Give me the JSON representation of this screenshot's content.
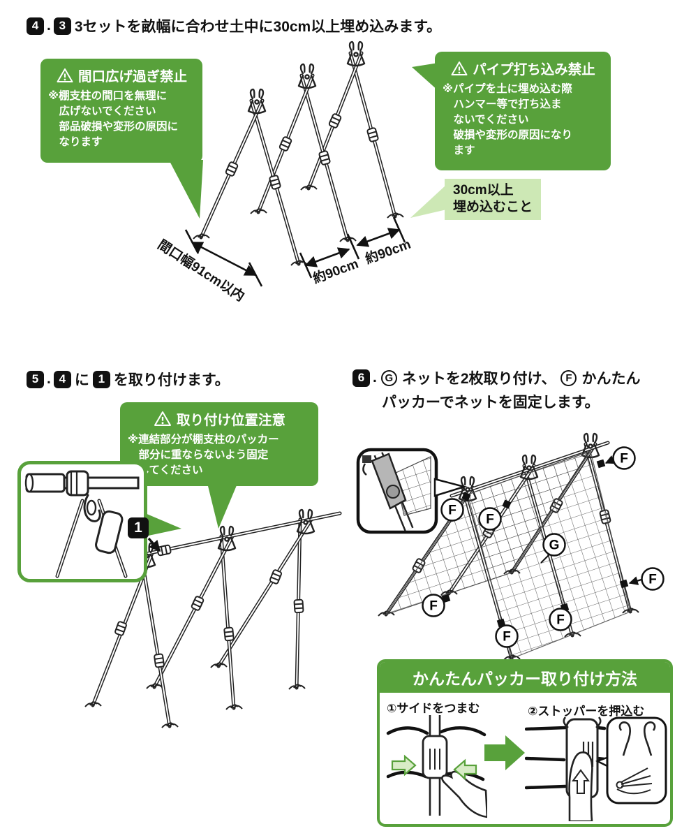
{
  "colors": {
    "green": "#58a13b",
    "green_light": "#cde8b5",
    "ink": "#111111"
  },
  "punct": {
    "dot": "."
  },
  "step4": {
    "num": "4",
    "ref": "3",
    "title": "3セットを畝幅に合わせ土中に30cm以上埋め込みます。",
    "warn_left": {
      "title": "間口広げ過ぎ禁止",
      "body": "※棚支柱の間口を無理に\n　広げないでください\n　部品破損や変形の原因に\n　なります"
    },
    "warn_right": {
      "title": "パイプ打ち込み禁止",
      "body": "※パイプを土に埋め込む際\n　ハンマー等で打ち込ま\n　ないでください\n　破損や変形の原因になり\n　ます"
    },
    "note": "30cm以上\n埋め込むこと",
    "dims": {
      "front": "間口幅91cm以内",
      "pitch1": "約90cm",
      "pitch2": "約90cm"
    }
  },
  "step5": {
    "num": "5",
    "ref": "4",
    "joiner": "に",
    "part": "1",
    "suffix": "を取り付けます。",
    "warn": {
      "title": "取り付け位置注意",
      "body": "※連結部分が棚支柱のパッカー\n　部分に重ならないよう固定\n　してください"
    },
    "part_label": "1"
  },
  "step6": {
    "num": "6",
    "g": "G",
    "text1": "ネットを2枚取り付け、",
    "f": "F",
    "text2": "かんたん",
    "line2": "パッカーでネットを固定します。",
    "label_f": "F",
    "label_g": "G"
  },
  "packer": {
    "title": "かんたんパッカー取り付け方法",
    "step1": "①サイドをつまむ",
    "step2": "②ストッパーを押込む"
  }
}
